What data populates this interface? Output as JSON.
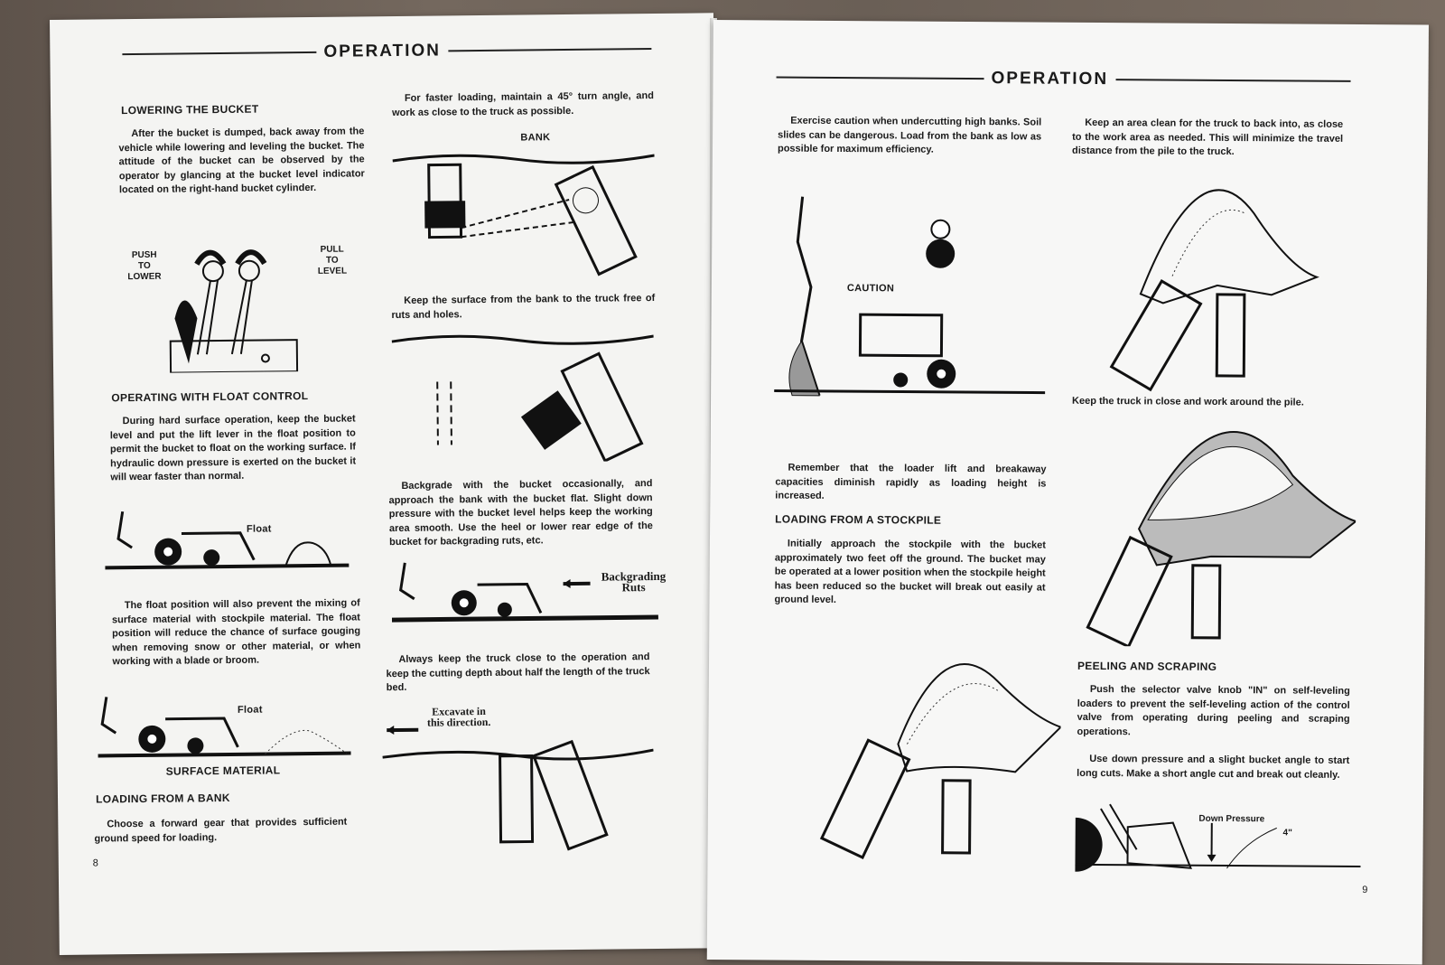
{
  "left_page": {
    "header": "OPERATION",
    "page_number": "8",
    "sections": [
      {
        "heading": "LOWERING THE BUCKET",
        "text": "After the bucket is dumped, back away from the vehicle while lowering and leveling the bucket. The attitude of the bucket can be observed by the operator by glancing at the bucket level indicator located on the right-hand bucket cylinder."
      },
      {
        "heading": "OPERATING WITH FLOAT CONTROL",
        "text": "During hard surface operation, keep the bucket level and put the lift lever in the float position to permit the bucket to float on the working surface. If hydraulic down pressure is exerted on the bucket it will wear faster than normal.",
        "text2": "The float position will also prevent the mixing of surface material with stockpile material. The float position will reduce the chance of surface gouging when removing snow or other material, or when working with a blade or broom."
      },
      {
        "heading": "LOADING FROM A BANK",
        "text": "Choose a forward gear that provides sufficient ground speed for loading."
      }
    ],
    "lever_labels": {
      "left": "PUSH TO LOWER",
      "right": "PULL TO LEVEL"
    },
    "float_label_1": "Float",
    "float_label_2": "Float",
    "surface_material_label": "SURFACE MATERIAL",
    "col2": {
      "p1": "For faster loading, maintain a 45° turn angle, and work as close to the truck as possible.",
      "bank_label": "BANK",
      "p2": "Keep the surface from the bank to the truck free of ruts and holes.",
      "p3": "Backgrade with the bucket occasionally, and approach the bank with the bucket flat. Slight down pressure with the bucket level helps keep the working area smooth. Use the heel or lower rear edge of the bucket for backgrading ruts, etc.",
      "backgrading_label": "Backgrading Ruts",
      "p4": "Always keep the truck close to the operation and keep the cutting depth about half the length of the truck bed.",
      "excavate_label": "Excavate in this direction."
    }
  },
  "right_page": {
    "header": "OPERATION",
    "page_number": "9",
    "col1": {
      "p1": "Exercise caution when undercutting high banks. Soil slides can be dangerous. Load from the bank as low as possible for maximum efficiency.",
      "caution_label": "CAUTION",
      "p2": "Remember that the loader lift and breakaway capacities diminish rapidly as loading height is increased.",
      "stockpile_heading": "LOADING FROM A STOCKPILE",
      "p3": "Initially approach the stockpile with the bucket approximately two feet off the ground. The bucket may be operated at a lower position when the stockpile height has been reduced so the bucket will break out easily at ground level."
    },
    "col2": {
      "p1": "Keep an area clean for the truck to back into, as close to the work area as needed. This will minimize the travel distance from the pile to the truck.",
      "caption1": "Keep the truck in close and work around the pile.",
      "peeling_heading": "PEELING AND SCRAPING",
      "p2": "Push the selector valve knob \"IN\" on self-leveling loaders to prevent the self-leveling action of the control valve from operating during peeling and scraping operations.",
      "p3": "Use down pressure and a slight bucket angle to start long cuts. Make a short angle cut and break out cleanly.",
      "down_pressure_label": "Down Pressure",
      "depth_label": "4\""
    }
  }
}
